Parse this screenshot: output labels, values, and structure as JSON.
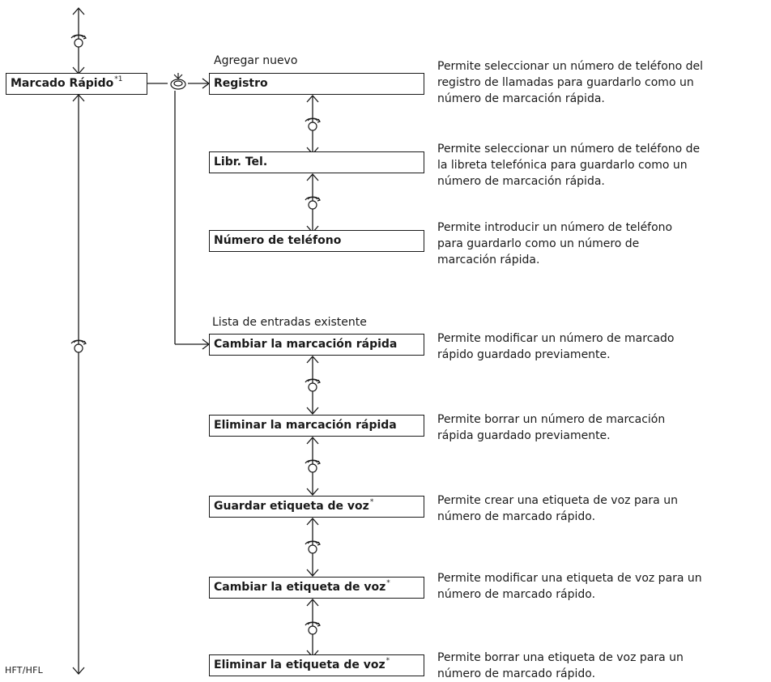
{
  "root": {
    "label": "Marcado Rápido",
    "note": "*1"
  },
  "sections": {
    "add_new": "Agregar nuevo",
    "existing": "Lista de entradas existente"
  },
  "items": [
    {
      "label": "Registro",
      "note": "",
      "desc": "Permite seleccionar un número de teléfono del\nregistro de llamadas para guardarlo como un\nnúmero de marcación rápida."
    },
    {
      "label": "Libr. Tel.",
      "note": "",
      "desc": "Permite seleccionar un número de teléfono de\nla libreta telefónica para guardarlo como un\nnúmero de marcación rápida."
    },
    {
      "label": "Número de teléfono",
      "note": "",
      "desc": "Permite introducir un número de teléfono\npara guardarlo como un número de\nmarcación rápida."
    },
    {
      "label": "Cambiar la marcación rápida",
      "note": "",
      "desc": "Permite modificar un número de marcado\nrápido guardado previamente."
    },
    {
      "label": "Eliminar la marcación rápida",
      "note": "",
      "desc": "Permite borrar un número de marcación\nrápida guardado previamente."
    },
    {
      "label": "Guardar etiqueta de voz",
      "note": "*",
      "desc": "Permite crear una etiqueta de voz para un\nnúmero de marcado rápido."
    },
    {
      "label": "Cambiar la etiqueta de voz",
      "note": "*",
      "desc": "Permite modificar una etiqueta de voz para un\nnúmero de marcado rápido."
    },
    {
      "label": "Eliminar la etiqueta de voz",
      "note": "*",
      "desc": "Permite borrar una etiqueta de voz para un\nnúmero de marcado rápido."
    }
  ],
  "footer": "HFT/HFL",
  "icons": {
    "rotate": "rotate-dial-icon",
    "press": "press-dial-icon"
  },
  "colors": {
    "line": "#1a1a1a",
    "background": "#ffffff"
  }
}
